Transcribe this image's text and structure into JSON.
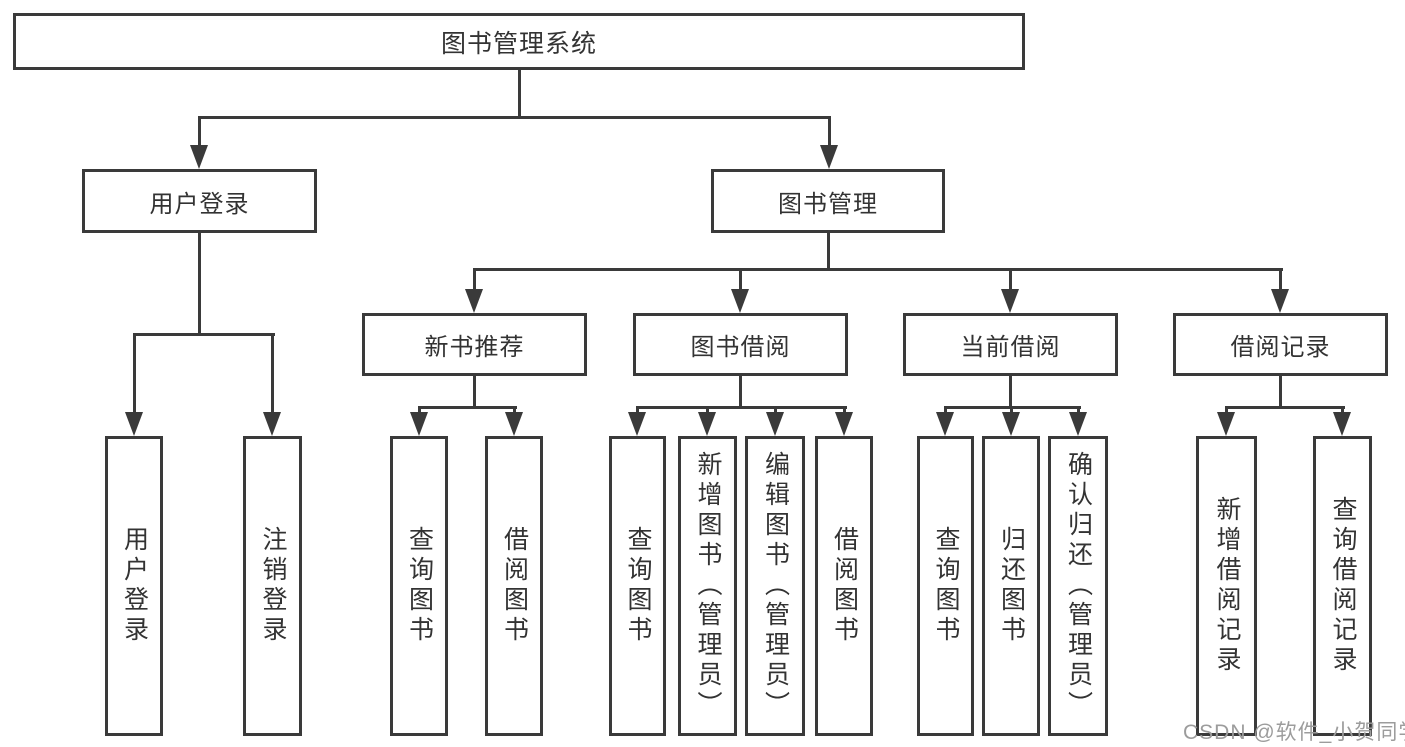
{
  "diagram": {
    "root": {
      "label": "图书管理系统"
    },
    "level2": [
      {
        "label": "用户登录"
      },
      {
        "label": "图书管理"
      }
    ],
    "level3": [
      {
        "label": "新书推荐"
      },
      {
        "label": "图书借阅"
      },
      {
        "label": "当前借阅"
      },
      {
        "label": "借阅记录"
      }
    ],
    "leaves": {
      "user_login": [
        "用户登录",
        "注销登录"
      ],
      "new_books": [
        "查询图书",
        "借阅图书"
      ],
      "book_borrow": [
        "查询图书",
        "新增图书（管理员）",
        "编辑图书（管理员）",
        "借阅图书"
      ],
      "current_borrow": [
        "查询图书",
        "归还图书",
        "确认归还（管理员）"
      ],
      "borrow_records": [
        "新增借阅记录",
        "查询借阅记录"
      ]
    }
  },
  "watermark": {
    "text": "CSDN @软件_小贺同学"
  },
  "colors": {
    "line": "#3a3a3a",
    "box_border": "#3a3a3a",
    "text": "#333333",
    "background": "#ffffff",
    "watermark": "#9c9c9c"
  }
}
